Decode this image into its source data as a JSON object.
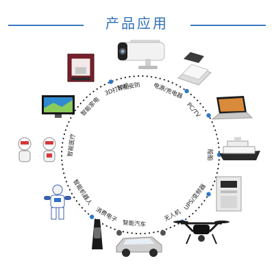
{
  "title": "产品应用",
  "colors": {
    "title": "#2f6fb6",
    "ring": "#1a1a1a",
    "dot": "#2e78c8",
    "label": "#222222"
  },
  "applications": [
    {
      "label": "智能安防",
      "icon": "security-camera-icon"
    },
    {
      "label": "电源/充电器",
      "icon": "wireless-charger-icon"
    },
    {
      "label": "PC/TV",
      "icon": "laptop-icon"
    },
    {
      "label": "船舶",
      "icon": "ship-icon"
    },
    {
      "label": "UPS/变频器",
      "icon": "inverter-icon"
    },
    {
      "label": "无人机",
      "icon": "drone-icon"
    },
    {
      "label": "智能汽车",
      "icon": "car-icon"
    },
    {
      "label": "消费电子",
      "icon": "smart-band-icon"
    },
    {
      "label": "智能机器人",
      "icon": "robot-icon"
    },
    {
      "label": "智能医疗",
      "icon": "medical-robot-icon"
    },
    {
      "label": "智能家电",
      "icon": "tv-icon"
    },
    {
      "label": "3D打印机",
      "icon": "3d-printer-icon"
    }
  ]
}
